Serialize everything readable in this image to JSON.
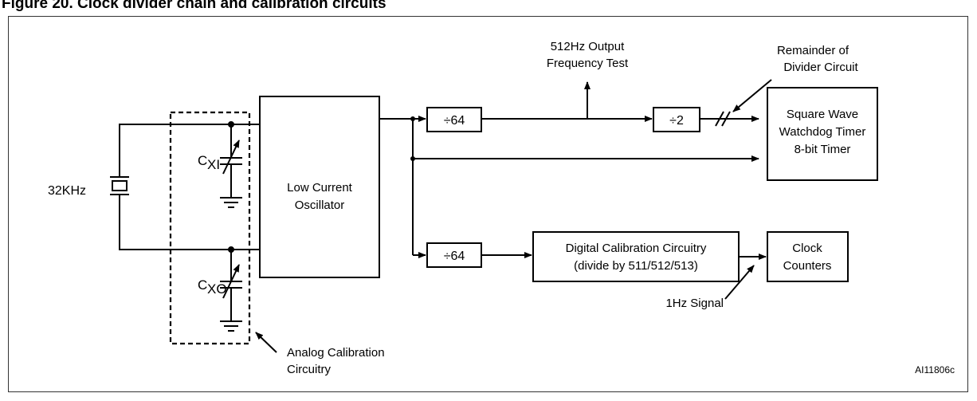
{
  "figure": {
    "title": "Figure 20.   Clock divider chain and calibration circuits",
    "id_code": "AI11806c"
  },
  "crystal": {
    "label": "32KHz"
  },
  "capacitors": {
    "cxi": {
      "main": "C",
      "sub": "XI"
    },
    "cxo": {
      "main": "C",
      "sub": "XO"
    }
  },
  "oscillator": {
    "line1": "Low Current",
    "line2": "Oscillator"
  },
  "dividers": {
    "top": "÷64",
    "half": "÷2",
    "bottom": "÷64"
  },
  "output_test": {
    "line1": "512Hz Output",
    "line2": "Frequency Test"
  },
  "remainder": {
    "line1": "Remainder of",
    "line2": "Divider Circuit"
  },
  "timers": {
    "line1": "Square Wave",
    "line2": "Watchdog Timer",
    "line3": "8-bit Timer"
  },
  "digital_cal": {
    "line1": "Digital Calibration Circuitry",
    "line2": "(divide by 511/512/513)"
  },
  "clock_counters": {
    "line1": "Clock",
    "line2": "Counters"
  },
  "signal_1hz": {
    "label": "1Hz Signal"
  },
  "analog_cal": {
    "line1": "Analog Calibration",
    "line2": "Circuitry"
  }
}
